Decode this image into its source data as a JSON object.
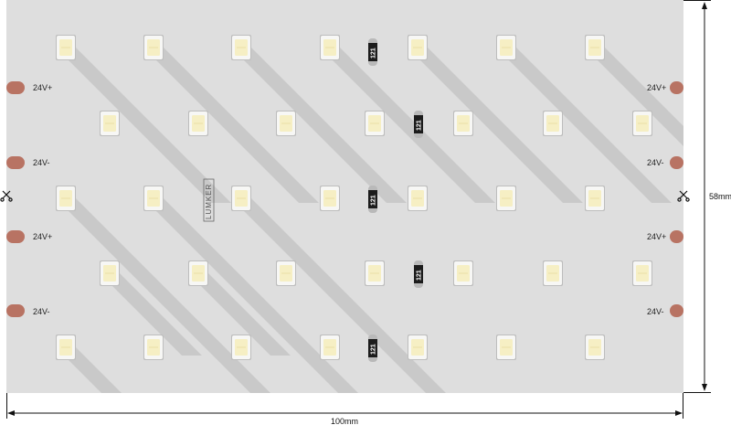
{
  "strip": {
    "brand": "LUMKER",
    "pad_labels": [
      "24V+",
      "24V-",
      "24V+",
      "24V-"
    ],
    "resistor_code": "121",
    "colors": {
      "board": "#dedede",
      "trace": "#c9c9c9",
      "pad": "#b87363",
      "led_body": "#f7f7f5",
      "led_chip": "#f6efc4",
      "resistor": "#1c1c1c",
      "resistor_cap": "#b9b9b9"
    }
  },
  "dimensions": {
    "height_label": "58mm",
    "width_label": "100mm"
  }
}
